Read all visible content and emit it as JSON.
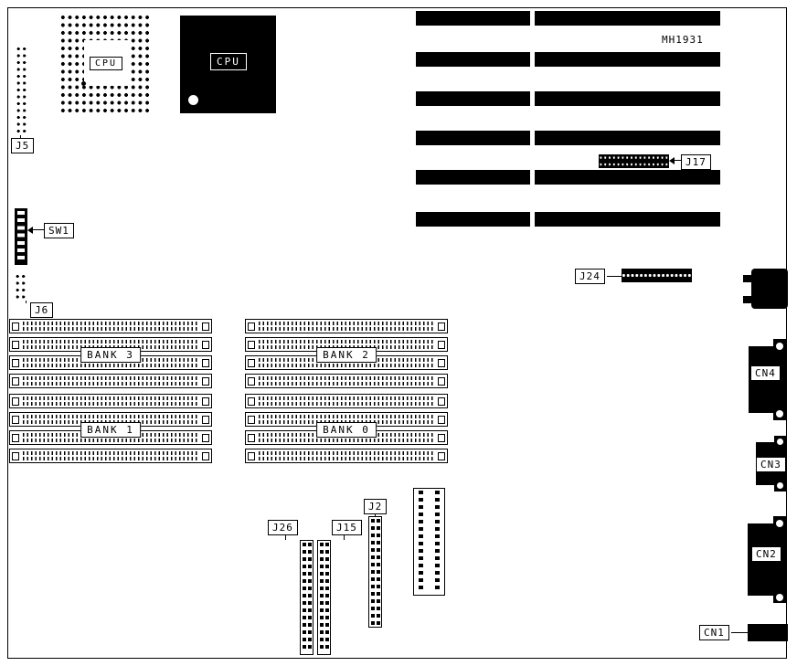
{
  "diagram": {
    "part_number": "MH1931",
    "cpu": {
      "socket_label": "CPU",
      "chip_label": "CPU"
    },
    "connectors": {
      "j5": "J5",
      "sw1": "SW1",
      "j6": "J6",
      "j17": "J17",
      "j24": "J24",
      "j26": "J26",
      "j15": "J15",
      "j2": "J2",
      "cn1": "CN1",
      "cn2": "CN2",
      "cn3": "CN3",
      "cn4": "CN4"
    },
    "memory_banks": {
      "bank0": "BANK 0",
      "bank1": "BANK 1",
      "bank2": "BANK 2",
      "bank3": "BANK 3"
    }
  }
}
